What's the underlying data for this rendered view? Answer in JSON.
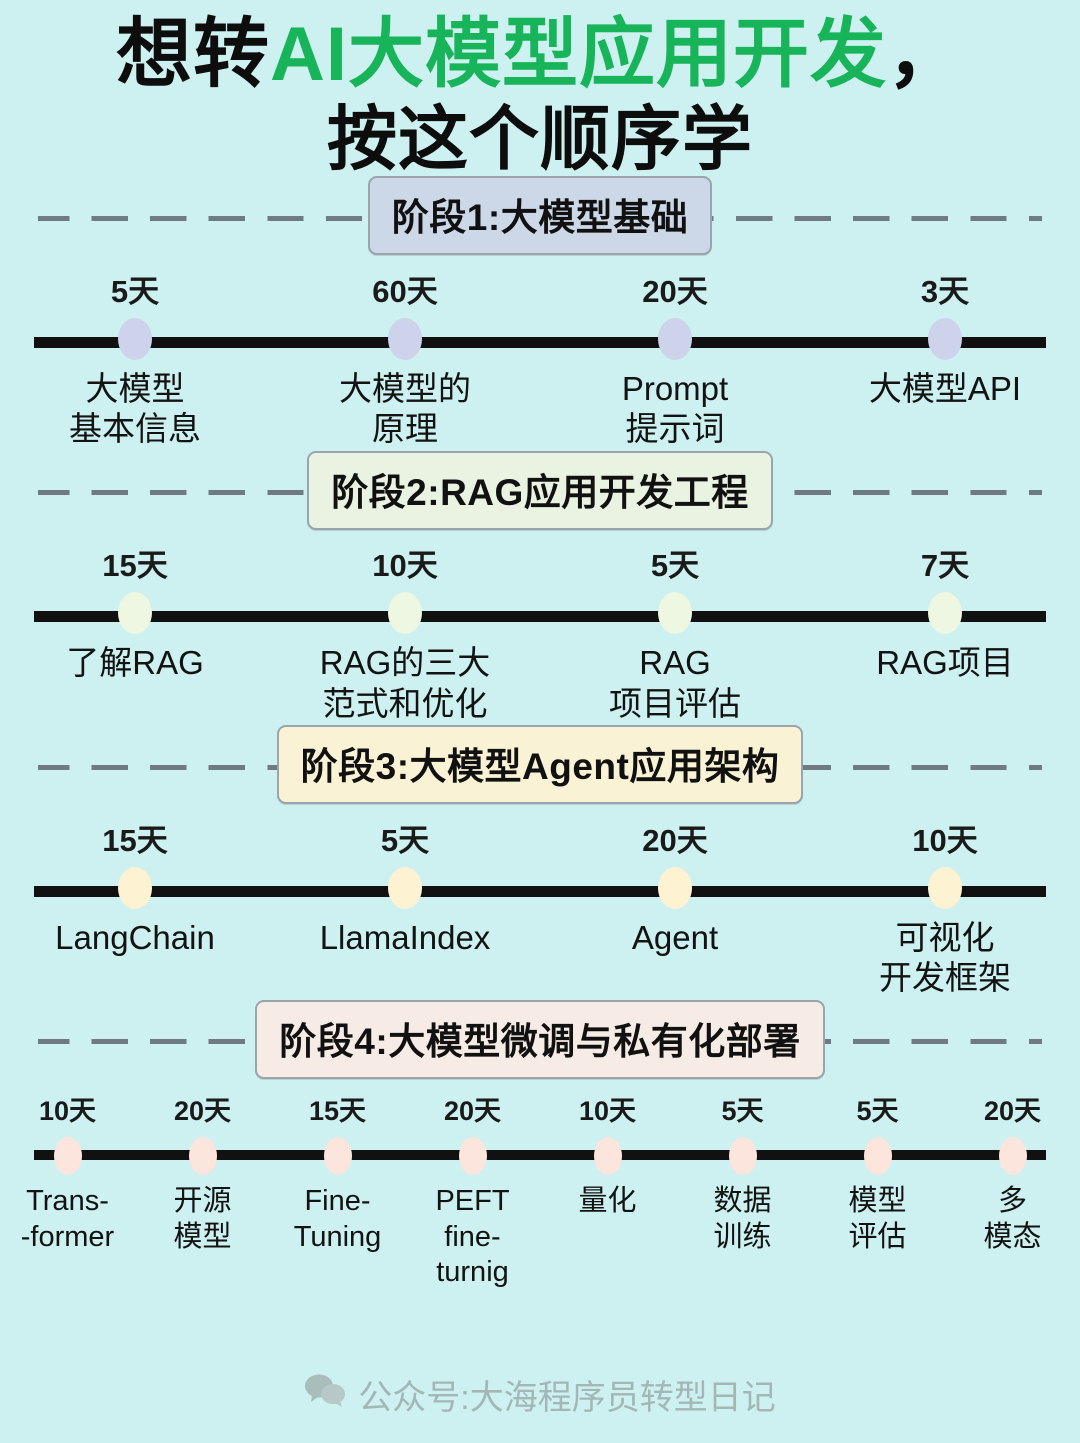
{
  "background_color": "#cdf0f0",
  "accent_green": "#17b45a",
  "title": {
    "line1_prefix": "想转",
    "line1_highlight": "AI大模型应用开发",
    "line1_suffix": "，",
    "line2": "按这个顺序学"
  },
  "stages": [
    {
      "chip_label": "阶段1:大模型基础",
      "chip_color": "#ccd7e8",
      "dot_color": "#cdd3ea",
      "items": [
        {
          "days": "5天",
          "label": "大模型\n基本信息"
        },
        {
          "days": "60天",
          "label": "大模型的\n原理"
        },
        {
          "days": "20天",
          "label": "Prompt\n提示词"
        },
        {
          "days": "3天",
          "label": "大模型API"
        }
      ]
    },
    {
      "chip_label": "阶段2:RAG应用开发工程",
      "chip_color": "#eaf3e1",
      "dot_color": "#eef7e2",
      "items": [
        {
          "days": "15天",
          "label": "了解RAG"
        },
        {
          "days": "10天",
          "label": "RAG的三大\n范式和优化"
        },
        {
          "days": "5天",
          "label": "RAG\n项目评估"
        },
        {
          "days": "7天",
          "label": "RAG项目"
        }
      ]
    },
    {
      "chip_label": "阶段3:大模型Agent应用架构",
      "chip_color": "#faf2d5",
      "dot_color": "#fdf3d2",
      "items": [
        {
          "days": "15天",
          "label": "LangChain"
        },
        {
          "days": "5天",
          "label": "LlamaIndex"
        },
        {
          "days": "20天",
          "label": "Agent"
        },
        {
          "days": "10天",
          "label": "可视化\n开发框架"
        }
      ]
    },
    {
      "chip_label": "阶段4:大模型微调与私有化部署",
      "chip_color": "#f6ebe5",
      "dot_color": "#fbe5dc",
      "items": [
        {
          "days": "10天",
          "label": "Trans-\n-former"
        },
        {
          "days": "20天",
          "label": "开源\n模型"
        },
        {
          "days": "15天",
          "label": "Fine-\nTuning"
        },
        {
          "days": "20天",
          "label": "PEFT fine-\nturnig"
        },
        {
          "days": "10天",
          "label": "量化"
        },
        {
          "days": "5天",
          "label": "数据\n训练"
        },
        {
          "days": "5天",
          "label": "模型\n评估"
        },
        {
          "days": "20天",
          "label": "多\n模态"
        }
      ]
    }
  ],
  "watermark": {
    "icon": "wechat-icon",
    "text": "公众号:大海程序员转型日记"
  }
}
